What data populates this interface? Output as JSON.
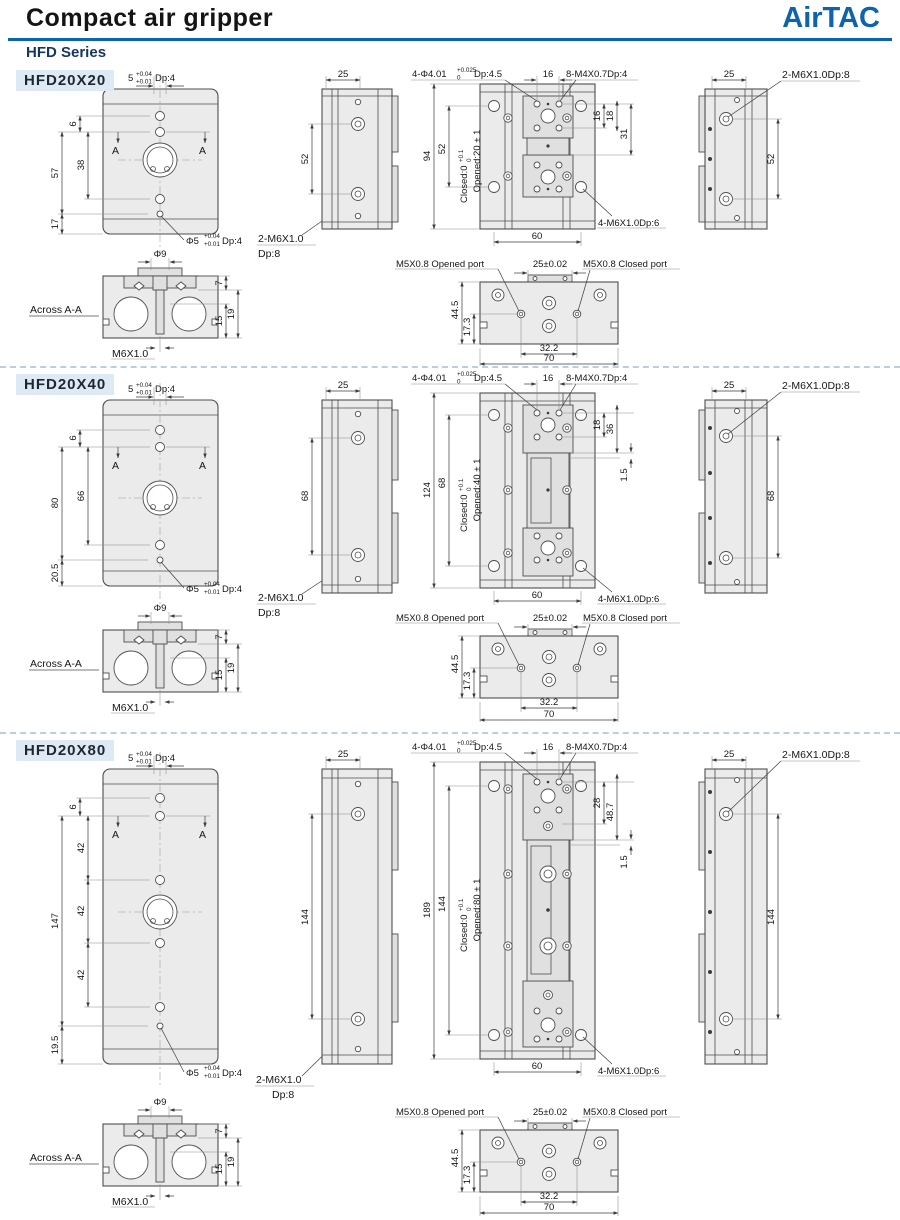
{
  "header": {
    "title": "Compact air gripper",
    "series": "HFD Series",
    "logo": "AirTAC"
  },
  "labels": {
    "across": "Across A-A",
    "m6": "M6X1.0",
    "phi9": "Φ9",
    "mark": "A",
    "w25": "25",
    "w60": "60",
    "port_open": "M5X0.8 Opened port",
    "port_closed": "M5X0.8 Closed port",
    "port_pitch": "25±0.02",
    "p445": "44.5",
    "p173": "17.3",
    "p322": "32.2",
    "p70": "70",
    "aa7": "7",
    "aa15": "15",
    "aa19": "19",
    "top16": "16",
    "screws8": "8-M4X0.7Dp:4",
    "note2m6a": "2-M6X1.0",
    "note2m6b": "Dp:8",
    "note2m6": "2-M6X1.0Dp:8",
    "note4m6": "4-M6X1.0Dp:6",
    "pin": {
      "nom": "5",
      "up": "+0.04",
      "dn": "+0.01",
      "suf": "Dp:4"
    },
    "hole": {
      "nom": "Φ5",
      "up": "+0.04",
      "dn": "+0.01",
      "suf": "Dp:4"
    },
    "dowel": {
      "nom": "4-Φ4.01",
      "up": "+0.025",
      "dn": "0",
      "suf": "Dp:4.5"
    },
    "closed": {
      "nom": "Closed:0",
      "up": "+0.1",
      "dn": "0"
    }
  },
  "sections": [
    {
      "model": "HFD20X20",
      "front": {
        "d1": "6",
        "d2": "57",
        "d3": "38",
        "d4": "17"
      },
      "side_h": "52",
      "plan": {
        "h": "94",
        "inner": "52",
        "opened": "Opened:20 ± 1",
        "r1": "16",
        "r2": "18",
        "r3": "31"
      }
    },
    {
      "model": "HFD20X40",
      "front": {
        "d1": "6",
        "d2": "80",
        "d3": "66",
        "d4": "20.5"
      },
      "side_h": "68",
      "plan": {
        "h": "124",
        "inner": "68",
        "opened": "Opened:40 ± 1",
        "r1": "18",
        "r2": "36",
        "r3": "1.5"
      }
    },
    {
      "model": "HFD20X80",
      "front": {
        "d1": "6",
        "d2": "147",
        "d3": "42",
        "d4": "19.5"
      },
      "side_h": "144",
      "plan": {
        "h": "189",
        "inner": "144",
        "opened": "Opened:80 ± 1",
        "r1": "28",
        "r2": "48.7",
        "r3": "1.5"
      }
    }
  ]
}
